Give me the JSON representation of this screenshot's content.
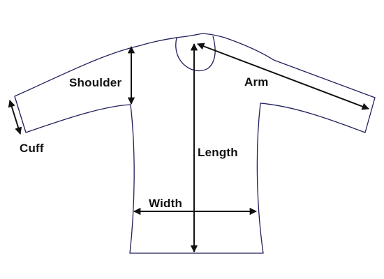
{
  "labels": {
    "shoulder": "Shoulder",
    "arm": "Arm",
    "cuff": "Cuff",
    "length": "Length",
    "width": "Width"
  },
  "colors": {
    "outline": "#1f1f5c",
    "arrow": "#111111",
    "background": "#ffffff"
  }
}
